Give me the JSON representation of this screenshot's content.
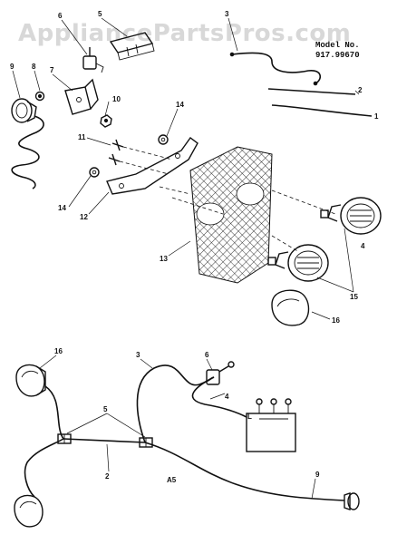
{
  "watermark": "AppliancePartsPros.com",
  "model": {
    "label": "Model No.",
    "number": "917.99670"
  },
  "subassembly_label": "A5",
  "callouts": [
    {
      "id": "c9",
      "text": "9"
    },
    {
      "id": "c8",
      "text": "8"
    },
    {
      "id": "c7",
      "text": "7"
    },
    {
      "id": "c6",
      "text": "6"
    },
    {
      "id": "c5",
      "text": "5"
    },
    {
      "id": "c3",
      "text": "3"
    },
    {
      "id": "c2",
      "text": "2"
    },
    {
      "id": "c1",
      "text": "1"
    },
    {
      "id": "c10",
      "text": "10"
    },
    {
      "id": "c11",
      "text": "11"
    },
    {
      "id": "c14a",
      "text": "14"
    },
    {
      "id": "c14b",
      "text": "14"
    },
    {
      "id": "c12",
      "text": "12"
    },
    {
      "id": "c13",
      "text": "13"
    },
    {
      "id": "c4",
      "text": "4"
    },
    {
      "id": "c15a",
      "text": "15"
    },
    {
      "id": "c16a",
      "text": "16"
    },
    {
      "id": "c16b",
      "text": "16"
    },
    {
      "id": "c3b",
      "text": "3"
    },
    {
      "id": "c6b",
      "text": "6"
    },
    {
      "id": "c4b",
      "text": "4"
    },
    {
      "id": "c5b",
      "text": "5"
    },
    {
      "id": "c2b",
      "text": "2"
    },
    {
      "id": "c9b",
      "text": "9"
    }
  ],
  "junction_letter": "L"
}
